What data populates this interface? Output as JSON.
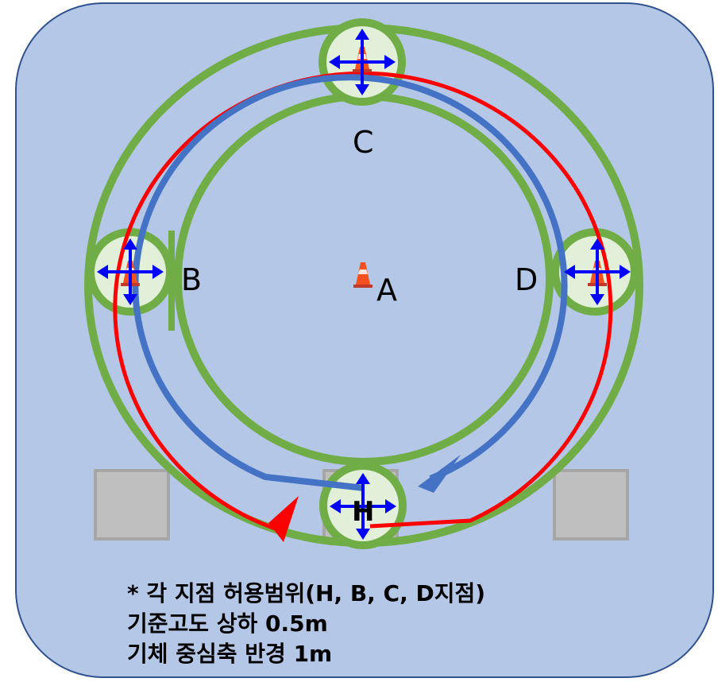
{
  "colors": {
    "background": "#b4c7e7",
    "border": "#2f528f",
    "track_green": "#70ad47",
    "red_path": "#ff0000",
    "blue_path": "#4472c4",
    "point_fill": "#e2f0d9",
    "arrow_blue": "#0000ff",
    "box_gray": "#bfbfbf"
  },
  "points": {
    "a": "A",
    "b": "B",
    "c": "C",
    "d": "D",
    "h": "H"
  },
  "icons": {
    "cone": "traffic-cone-icon",
    "arrows": "four-way-arrow-icon"
  },
  "notes": {
    "line1": "* 각 지점 허용범위(H, B, C, D지점)",
    "line2": "기준고도 상하 0.5m",
    "line3": "기체 중심축 반경 1m"
  }
}
